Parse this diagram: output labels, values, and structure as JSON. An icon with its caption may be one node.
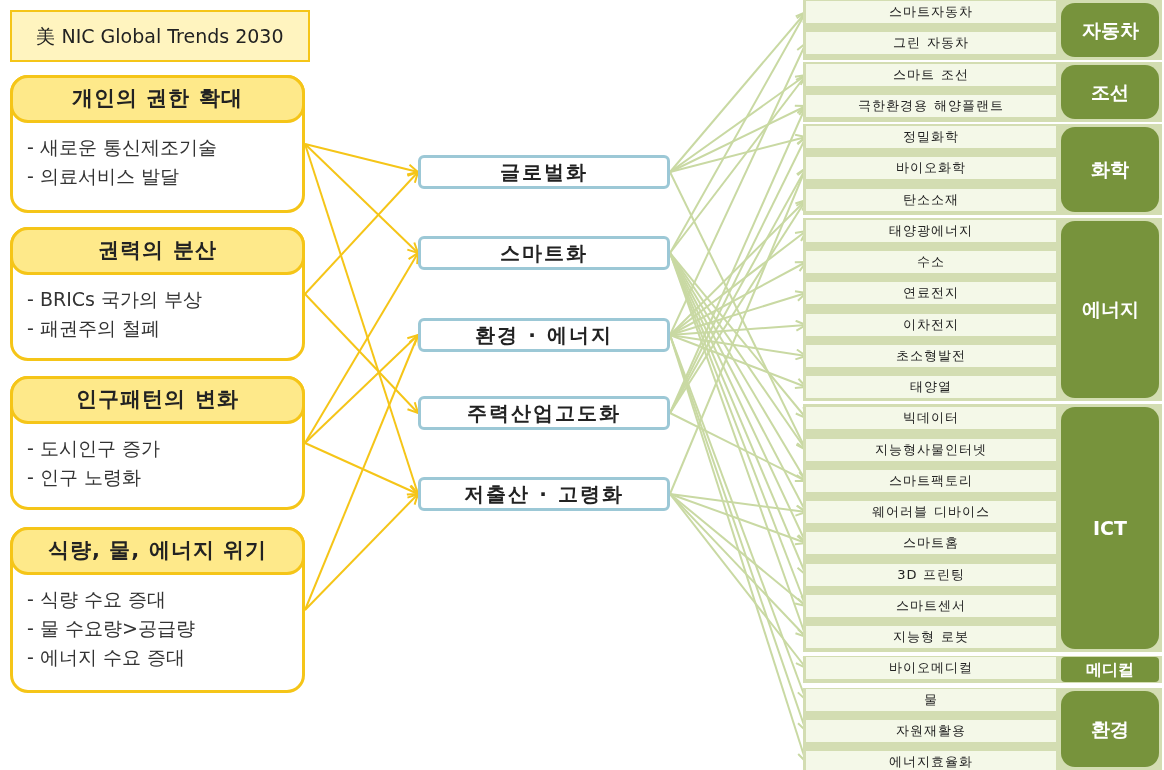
{
  "diagram": {
    "nodes": [
      {
        "text": [
          "美 NIC Global Trends 2030"
        ]
      },
      {
        "text": [
          "개인의 권한 확대",
          "- 새로운 통신제조기술",
          "- 의료서비스 발달"
        ]
      },
      {
        "text": [
          "권력의 분산",
          "- BRICs 국가의 부상",
          "- 패권주의 철폐"
        ]
      },
      {
        "text": [
          "인구패턴의 변화",
          "- 도시인구 증가",
          "- 인구 노령화"
        ]
      },
      {
        "text": [
          "식량, 물, 에너지 위기",
          "- 식량 수요 증대",
          "- 물 수요량>공급량",
          "- 에너지 수요 증대"
        ]
      },
      {
        "text": [
          "글로벌화"
        ]
      },
      {
        "text": [
          "스마트화"
        ]
      },
      {
        "text": [
          "환경 · 에너지"
        ]
      },
      {
        "text": [
          "주력산업고도화"
        ]
      },
      {
        "text": [
          "저출산 · 고령화"
        ]
      },
      {
        "text": [
          "자동차"
        ]
      },
      {
        "text": [
          "스마트자동차"
        ],
        "in": 10
      },
      {
        "text": [
          "그린 자동차"
        ],
        "in": 10
      },
      {
        "text": [
          "조선"
        ]
      },
      {
        "text": [
          "스마트 조선"
        ],
        "in": 13
      },
      {
        "text": [
          "극한환경용 해양플랜트"
        ],
        "in": 13
      },
      {
        "text": [
          "화학"
        ]
      },
      {
        "text": [
          "정밀화학"
        ],
        "in": 16
      },
      {
        "text": [
          "바이오화학"
        ],
        "in": 16
      },
      {
        "text": [
          "탄소소재"
        ],
        "in": 16
      },
      {
        "text": [
          "에너지"
        ]
      },
      {
        "text": [
          "태양광에너지"
        ],
        "in": 20
      },
      {
        "text": [
          "수소"
        ],
        "in": 20
      },
      {
        "text": [
          "연료전지"
        ],
        "in": 20
      },
      {
        "text": [
          "이차전지"
        ],
        "in": 20
      },
      {
        "text": [
          "초소형발전"
        ],
        "in": 20
      },
      {
        "text": [
          "태양열"
        ],
        "in": 20
      },
      {
        "text": [
          "ICT"
        ]
      },
      {
        "text": [
          "빅데이터"
        ],
        "in": 27
      },
      {
        "text": [
          "지능형사물인터넷"
        ],
        "in": 27
      },
      {
        "text": [
          "스마트팩토리"
        ],
        "in": 27
      },
      {
        "text": [
          "웨어러블 디바이스"
        ],
        "in": 27
      },
      {
        "text": [
          "스마트홈"
        ],
        "in": 27
      },
      {
        "text": [
          "3D 프린팅"
        ],
        "in": 27
      },
      {
        "text": [
          "스마트센서"
        ],
        "in": 27
      },
      {
        "text": [
          "지능형 로봇"
        ],
        "in": 27
      },
      {
        "text": [
          "메디컬"
        ]
      },
      {
        "text": [
          "바이오메디컬"
        ],
        "in": 36
      },
      {
        "text": [
          "환경"
        ]
      },
      {
        "text": [
          "물"
        ],
        "in": 38
      },
      {
        "text": [
          "자원재활용"
        ],
        "in": 38
      },
      {
        "text": [
          "에너지효율화"
        ],
        "in": 38
      }
    ],
    "edges": [
      {
        "from": 1,
        "to": 5,
        "arrow": "to",
        "color": "#f5c518"
      },
      {
        "from": 1,
        "to": 6,
        "arrow": "to",
        "color": "#f5c518"
      },
      {
        "from": 1,
        "to": 9,
        "arrow": "to",
        "color": "#f5c518"
      },
      {
        "from": 2,
        "to": 5,
        "arrow": "to",
        "color": "#f5c518"
      },
      {
        "from": 2,
        "to": 8,
        "arrow": "to",
        "color": "#f5c518"
      },
      {
        "from": 3,
        "to": 6,
        "arrow": "to",
        "color": "#f5c518"
      },
      {
        "from": 3,
        "to": 7,
        "arrow": "to",
        "color": "#f5c518"
      },
      {
        "from": 3,
        "to": 9,
        "arrow": "to",
        "color": "#f5c518"
      },
      {
        "from": 4,
        "to": 7,
        "arrow": "to",
        "color": "#f5c518"
      },
      {
        "from": 4,
        "to": 9,
        "arrow": "to",
        "color": "#f5c518"
      },
      {
        "from": 5,
        "to": 11,
        "arrow": "to"
      },
      {
        "from": 5,
        "to": 14,
        "arrow": "to"
      },
      {
        "from": 5,
        "to": 15,
        "arrow": "to"
      },
      {
        "from": 5,
        "to": 17,
        "arrow": "to"
      },
      {
        "from": 5,
        "to": 29,
        "arrow": "to"
      },
      {
        "from": 6,
        "to": 11,
        "arrow": "to"
      },
      {
        "from": 6,
        "to": 14,
        "arrow": "to"
      },
      {
        "from": 6,
        "to": 28,
        "arrow": "to"
      },
      {
        "from": 6,
        "to": 29,
        "arrow": "to"
      },
      {
        "from": 6,
        "to": 30,
        "arrow": "to"
      },
      {
        "from": 6,
        "to": 31,
        "arrow": "to"
      },
      {
        "from": 6,
        "to": 32,
        "arrow": "to"
      },
      {
        "from": 6,
        "to": 33,
        "arrow": "to"
      },
      {
        "from": 6,
        "to": 34,
        "arrow": "to"
      },
      {
        "from": 6,
        "to": 35,
        "arrow": "to"
      },
      {
        "from": 7,
        "to": 12,
        "arrow": "to"
      },
      {
        "from": 7,
        "to": 19,
        "arrow": "to"
      },
      {
        "from": 7,
        "to": 21,
        "arrow": "to"
      },
      {
        "from": 7,
        "to": 22,
        "arrow": "to"
      },
      {
        "from": 7,
        "to": 23,
        "arrow": "to"
      },
      {
        "from": 7,
        "to": 24,
        "arrow": "to"
      },
      {
        "from": 7,
        "to": 25,
        "arrow": "to"
      },
      {
        "from": 7,
        "to": 26,
        "arrow": "to"
      },
      {
        "from": 7,
        "to": 39,
        "arrow": "to"
      },
      {
        "from": 7,
        "to": 40,
        "arrow": "to"
      },
      {
        "from": 7,
        "to": 41,
        "arrow": "to"
      },
      {
        "from": 8,
        "to": 15,
        "arrow": "to"
      },
      {
        "from": 8,
        "to": 17,
        "arrow": "to"
      },
      {
        "from": 8,
        "to": 18,
        "arrow": "to"
      },
      {
        "from": 8,
        "to": 19,
        "arrow": "to"
      },
      {
        "from": 8,
        "to": 30,
        "arrow": "to"
      },
      {
        "from": 9,
        "to": 18,
        "arrow": "to"
      },
      {
        "from": 9,
        "to": 31,
        "arrow": "to"
      },
      {
        "from": 9,
        "to": 32,
        "arrow": "to"
      },
      {
        "from": 9,
        "to": 34,
        "arrow": "to"
      },
      {
        "from": 9,
        "to": 35,
        "arrow": "to"
      },
      {
        "from": 9,
        "to": 37,
        "arrow": "to"
      }
    ]
  }
}
